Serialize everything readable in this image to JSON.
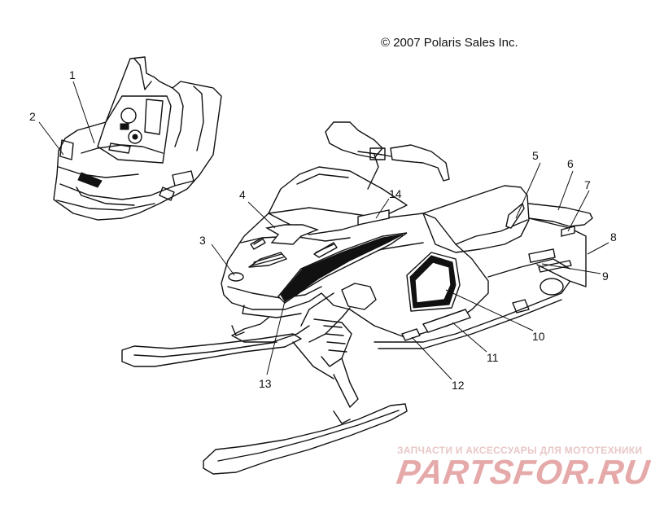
{
  "copyright": "© 2007 Polaris Sales Inc.",
  "callouts": [
    "1",
    "2",
    "3",
    "4",
    "5",
    "6",
    "7",
    "8",
    "9",
    "10",
    "11",
    "12",
    "13",
    "14"
  ],
  "watermark": {
    "subtitle": "ЗАПЧАСТИ И АКСЕССУАРЫ ДЛЯ МОТОТЕХНИКИ",
    "brand": "PARTSFOR.RU"
  },
  "colors": {
    "line": "#111111",
    "watermark": "#e6a9a9",
    "background": "#ffffff"
  }
}
